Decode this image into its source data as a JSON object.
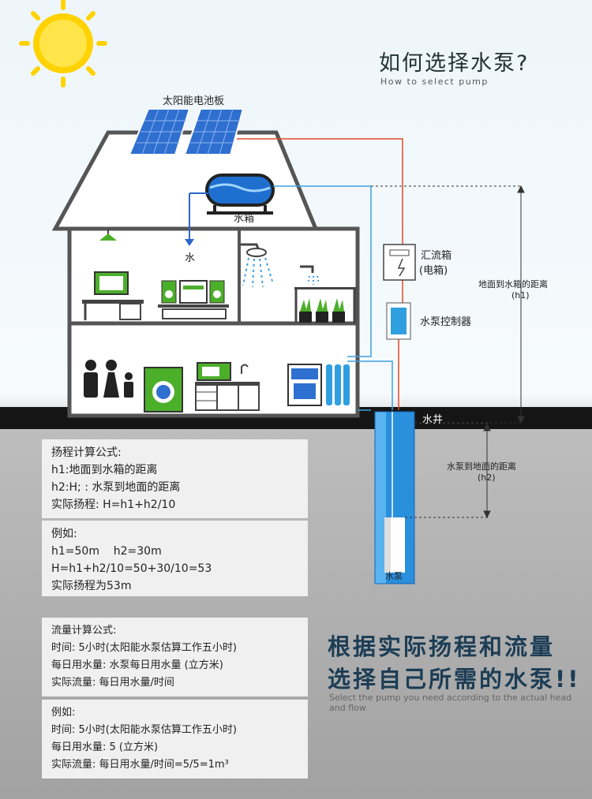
{
  "header": {
    "title": "如何选择水泵?",
    "subtitle": "How to select pump"
  },
  "diagram": {
    "solar_panel": "太阳能电池板",
    "water_tank": "水箱",
    "water": "水",
    "combiner_box": [
      "汇流箱",
      "(电箱)"
    ],
    "pump_controller": "水泵控制器",
    "well": "水井",
    "pump": "水泵",
    "h1_label": [
      "地面到水箱的距离",
      "(h1)"
    ],
    "h2_label": [
      "水泵到地面的距离",
      "(h2)"
    ]
  },
  "head_formula": {
    "title": "扬程计算公式:",
    "lines": [
      "h1:地面到水箱的距离",
      "h2:H; : 水泵到地面的距离",
      "实际扬程: H=h1+h2/10"
    ]
  },
  "head_example": {
    "title": "例如:",
    "lines": [
      "h1=50m    h2=30m",
      "H=h1+h2/10=50+30/10=53",
      "实际扬程为53m"
    ]
  },
  "flow_formula": {
    "title": "流量计算公式:",
    "lines": [
      "时间: 5小时(太阳能水泵估算工作五小时)",
      "每日用水量: 水泵每日用水量 (立方米)",
      "实际流量: 每日用水量/时间"
    ]
  },
  "flow_example": {
    "title": "例如:",
    "lines": [
      "时间: 5小时(太阳能水泵估算工作五小时)",
      "每日用水量: 5 (立方米)",
      "实际流量: 每日用水量/时间=5/5=1m³"
    ]
  },
  "slogan": {
    "line1": "根据实际扬程和流量",
    "line2": "选择自己所需的水泵!!",
    "english": "Select the pump you need according to the actual head and flow"
  },
  "colors": {
    "panel_blue": "#2f6fd0",
    "red_wire": "#e04a2a",
    "blue_pipe": "#3fa0e0",
    "house_green": "#4caf2a",
    "dark_heading": "#1c3d55"
  }
}
